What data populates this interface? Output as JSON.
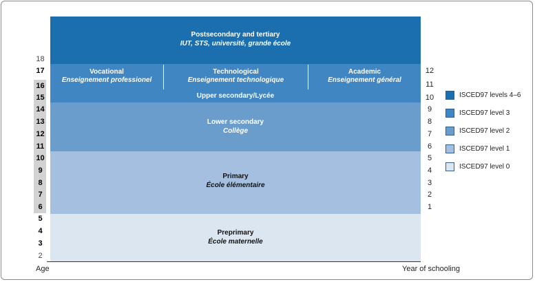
{
  "levels": {
    "tertiary": {
      "title": "Postsecondary and tertiary",
      "subtitle": "IUT, STS, université, grande école"
    },
    "upper": {
      "tracks": [
        {
          "title": "Vocational",
          "subtitle": "Enseignement professionel"
        },
        {
          "title": "Technological",
          "subtitle": "Enseignement technologique"
        },
        {
          "title": "Academic",
          "subtitle": "Enseignement général"
        }
      ],
      "title": "Upper secondary/Lycée"
    },
    "lower": {
      "title": "Lower secondary",
      "subtitle": "Collège"
    },
    "primary": {
      "title": "Primary",
      "subtitle": "École élémentaire"
    },
    "preprimary": {
      "title": "Preprimary",
      "subtitle": "École maternelle"
    }
  },
  "ages": [
    "18",
    "17",
    "16",
    "15",
    "14",
    "13",
    "12",
    "11",
    "10",
    "9",
    "8",
    "7",
    "6",
    "5",
    "4",
    "3",
    "2"
  ],
  "years": [
    "12",
    "11",
    "10",
    "9",
    "8",
    "7",
    "6",
    "5",
    "4",
    "3",
    "2",
    "1"
  ],
  "axis": {
    "age_label": "Age",
    "year_label": "Year of schooling"
  },
  "legend": [
    {
      "label": "ISCED97 levels 4–6",
      "color": "#1b6fae"
    },
    {
      "label": "ISCED97 level 3",
      "color": "#3f86c2"
    },
    {
      "label": "ISCED97 level 2",
      "color": "#6b9dcc"
    },
    {
      "label": "ISCED97 level 1",
      "color": "#a4bfdf"
    },
    {
      "label": "ISCED97 level 0",
      "color": "#dce6f1"
    }
  ]
}
